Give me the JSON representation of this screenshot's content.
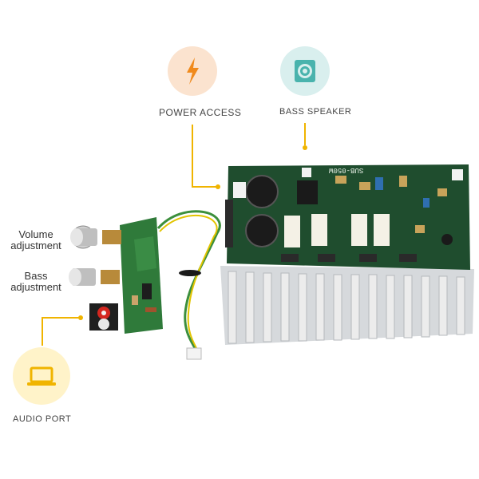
{
  "features": {
    "power": {
      "label": "POWER ACCESS",
      "icon": "lightning-bolt-icon",
      "icon_color": "#f08a1c",
      "bg_color": "#fbe3cf"
    },
    "bass": {
      "label": "BASS SPEAKER",
      "icon": "speaker-icon",
      "icon_color": "#49b3ad",
      "bg_color": "#d9efee"
    },
    "audio": {
      "label": "AUDIO PORT",
      "icon": "laptop-icon",
      "icon_color": "#f0b400",
      "bg_color": "#fff3c9"
    }
  },
  "controls": {
    "volume": {
      "line1": "Volume",
      "line2": "adjustment"
    },
    "bass": {
      "line1": "Bass",
      "line2": "adjustment"
    }
  },
  "board": {
    "model_marking": "SUB-050W"
  },
  "colors": {
    "accent": "#f0b400",
    "pcb_green": "#1f4d2e",
    "heatsink": "#d6d9dc"
  }
}
